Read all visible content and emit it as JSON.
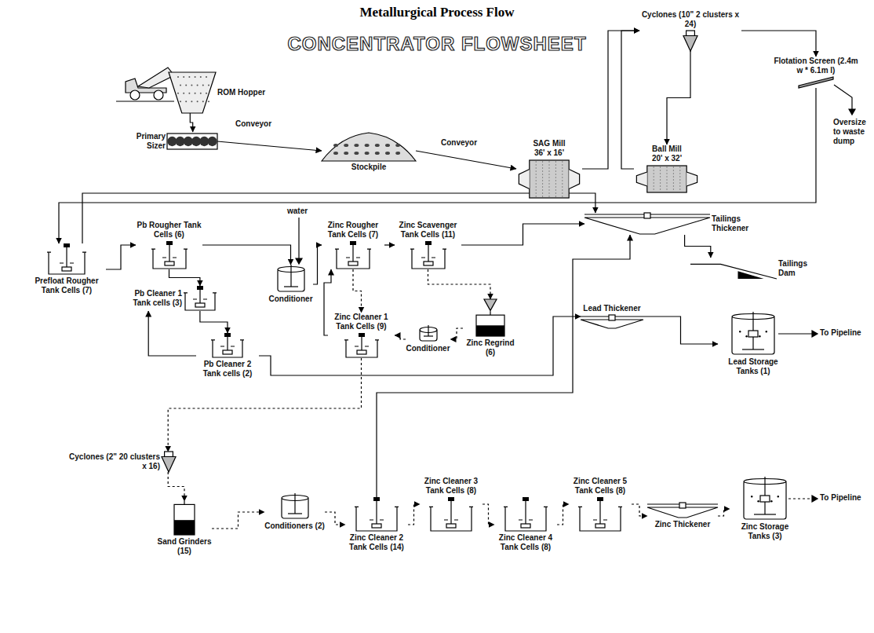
{
  "diagram": {
    "title": "Metallurgical Process Flow",
    "nodes": [
      {
        "text": [
          "ROM Hopper"
        ]
      },
      {
        "text": [
          "Primary Sizer"
        ]
      },
      {
        "text": [
          "Stockpile"
        ]
      },
      {
        "text": [
          "SAG Mill",
          "36' x 16'"
        ]
      },
      {
        "text": [
          "Cyclones (10\" 2 clusters x 24)"
        ]
      },
      {
        "text": [
          "Ball Mill",
          "20' x 32'"
        ]
      },
      {
        "text": [
          "Flotation Screen (2.4m w * 6.1m l)"
        ]
      },
      {
        "text": [
          "Prefloat Rougher Tank Cells (7)"
        ]
      },
      {
        "text": [
          "Pb Rougher Tank Cells (6)"
        ]
      },
      {
        "text": [
          "Conditioner"
        ]
      },
      {
        "text": [
          "Zinc Rougher Tank Cells (7)"
        ]
      },
      {
        "text": [
          "Zinc Scavenger Tank Cells (11)"
        ]
      },
      {
        "text": [
          "Pb Cleaner 1 Tank cells (3)"
        ]
      },
      {
        "text": [
          "Pb Cleaner 2 Tank cells (2)"
        ]
      },
      {
        "text": [
          "Zinc Cleaner 1 Tank Cells (9)"
        ]
      },
      {
        "text": [
          "Conditioner"
        ]
      },
      {
        "text": [
          "Zinc Regrind (6)"
        ]
      },
      {
        "text": [
          "Tailings Thickener"
        ]
      },
      {
        "text": [
          "Tailings Dam"
        ]
      },
      {
        "text": [
          "Lead Thickener"
        ]
      },
      {
        "text": [
          "Lead Storage Tanks (1)"
        ]
      },
      {
        "text": [
          "Cyclones (2\" 20 clusters x 16)"
        ]
      },
      {
        "text": [
          "Sand Grinders (15)"
        ]
      },
      {
        "text": [
          "Conditioners (2)"
        ]
      },
      {
        "text": [
          "Zinc Cleaner 2 Tank Cells (14)"
        ]
      },
      {
        "text": [
          "Zinc Cleaner 3 Tank Cells (8)"
        ]
      },
      {
        "text": [
          "Zinc Cleaner 4 Tank Cells (8)"
        ]
      },
      {
        "text": [
          "Zinc Cleaner 5 Tank Cells (8)"
        ]
      },
      {
        "text": [
          "Zinc Thickener"
        ]
      },
      {
        "text": [
          "Zinc Storage Tanks (3)"
        ]
      }
    ],
    "edges": [
      {
        "from": 0,
        "to": 1,
        "arrow": "to"
      },
      {
        "from": 1,
        "to": 2,
        "arrow": "to"
      },
      {
        "from": 2,
        "to": 3,
        "arrow": "to"
      },
      {
        "from": 3,
        "to": 4,
        "arrow": "to"
      },
      {
        "from": 4,
        "to": 5,
        "arrow": "to"
      },
      {
        "from": 5,
        "to": 4,
        "arrow": "to"
      },
      {
        "from": 4,
        "to": 6,
        "arrow": "to"
      },
      {
        "from": 6,
        "to": 7,
        "arrow": "to"
      },
      {
        "from": 7,
        "to": 8,
        "arrow": "to"
      },
      {
        "from": 7,
        "to": 17,
        "arrow": "to"
      },
      {
        "from": 8,
        "to": 12,
        "arrow": "to"
      },
      {
        "from": 8,
        "to": 9,
        "arrow": "to"
      },
      {
        "from": 12,
        "to": 13,
        "arrow": "to"
      },
      {
        "from": 13,
        "to": 12,
        "arrow": "to"
      },
      {
        "from": 13,
        "to": 19,
        "arrow": "to"
      },
      {
        "from": 9,
        "to": 10,
        "arrow": "to"
      },
      {
        "from": 10,
        "to": 11,
        "arrow": "to"
      },
      {
        "from": 10,
        "to": 14,
        "arrow": "to"
      },
      {
        "from": 14,
        "to": 10,
        "arrow": "to"
      },
      {
        "from": 11,
        "to": 17,
        "arrow": "to"
      },
      {
        "from": 11,
        "to": 16,
        "arrow": "to"
      },
      {
        "from": 16,
        "to": 15,
        "arrow": "to"
      },
      {
        "from": 15,
        "to": 14,
        "arrow": "to"
      },
      {
        "from": 14,
        "to": 21,
        "arrow": "to"
      },
      {
        "from": 21,
        "to": 22,
        "arrow": "to"
      },
      {
        "from": 22,
        "to": 23,
        "arrow": "to"
      },
      {
        "from": 23,
        "to": 24,
        "arrow": "to"
      },
      {
        "from": 24,
        "to": 25,
        "arrow": "to"
      },
      {
        "from": 25,
        "to": 26,
        "arrow": "to"
      },
      {
        "from": 26,
        "to": 27,
        "arrow": "to"
      },
      {
        "from": 27,
        "to": 28,
        "arrow": "to"
      },
      {
        "from": 28,
        "to": 29,
        "arrow": "to"
      },
      {
        "from": 24,
        "to": 17,
        "arrow": "to"
      },
      {
        "from": 17,
        "to": 18,
        "arrow": "to"
      },
      {
        "from": 19,
        "to": 20,
        "arrow": "to"
      }
    ],
    "labels": [
      "CONCENTRATOR FLOWSHEET",
      "Conveyor",
      "Conveyor",
      "Oversize to waste dump",
      "water",
      "To Pipeline",
      "To Pipeline"
    ]
  }
}
